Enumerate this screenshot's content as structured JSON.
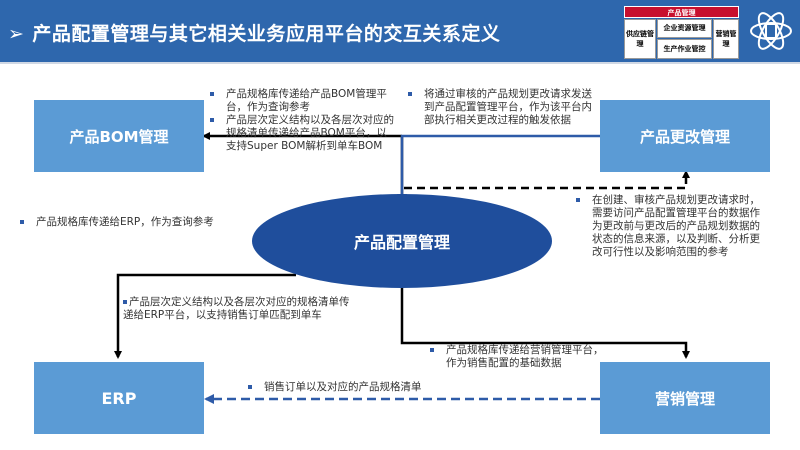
{
  "header": {
    "title": "产品配置管理与其它相关业务应用平台的交互关系定义",
    "arrow": "➢"
  },
  "mini_chart": {
    "top": "产品管理",
    "supply": "供应链管理",
    "erp": "企业资源管理",
    "mes": "生产作业管控",
    "marketing": "营销管理"
  },
  "nodes": {
    "bom": "产品BOM管理",
    "change": "产品更改管理",
    "config": "产品配置管理",
    "erp": "ERP",
    "marketing": "营销管理"
  },
  "notes": {
    "bom_1": "产品规格库传递给产品BOM管理平台，作为查询参考",
    "bom_2": "产品层次定义结构以及各层次对应的规格清单传递给产品BOM平台，以支持Super BOM解析到单车BOM",
    "change_1": "将通过审核的产品规划更改请求发送到产品配置管理平台，作为该平台内部执行相关更改过程的触发依据",
    "change_2": "在创建、审核产品规划更改请求时，需要访问产品配置管理平台的数据作为更改前与更改后的产品规划数据的状态的信息来源，以及判断、分析更改可行性以及影响范围的参考",
    "erp_1": "产品规格库传递给ERP，作为查询参考",
    "erp_2": "产品层次定义结构以及各层次对应的规格清单传递给ERP平台，以支持销售订单匹配到单车",
    "mkt_1": "产品规格库传递给营销管理平台，作为销售配置的基础数据",
    "mkt_2": "销售订单以及对应的产品规格清单"
  },
  "colors": {
    "header": "#2e67ad",
    "node": "#5b9bd5",
    "ellipse": "#1f4e9c",
    "accent_red": "#c8102e",
    "arrow_blue": "#2e5ba8"
  }
}
